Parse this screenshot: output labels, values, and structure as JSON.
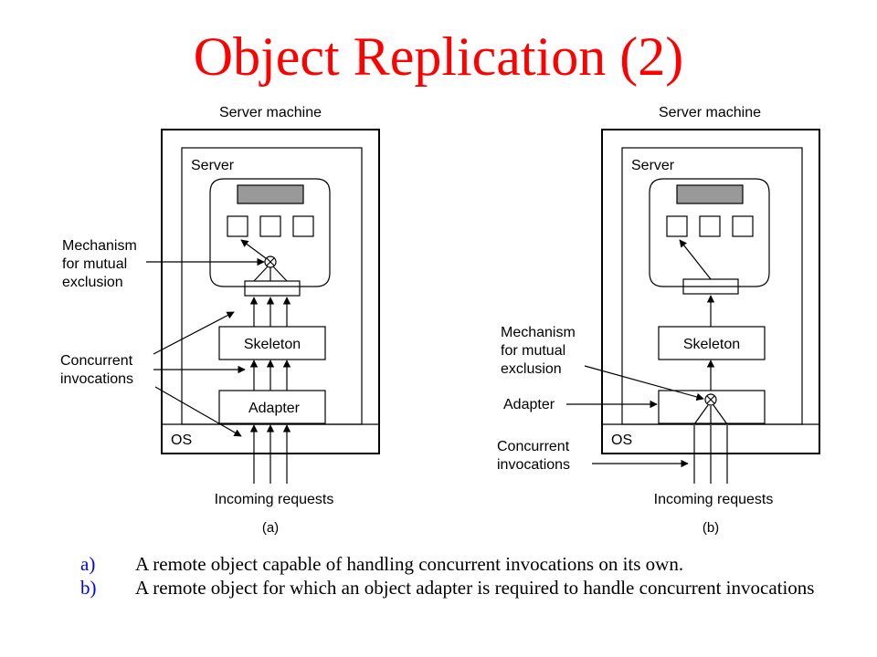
{
  "slide": {
    "title": "Object Replication (2)"
  },
  "diagram_a": {
    "server_machine_label": "Server machine",
    "server_label": "Server",
    "skeleton_label": "Skeleton",
    "adapter_label": "Adapter",
    "os_label": "OS",
    "incoming_label": "Incoming requests",
    "mechanism_label_lines": [
      "Mechanism",
      "for mutual",
      "exclusion"
    ],
    "concurrent_label_lines": [
      "Concurrent",
      "invocations"
    ],
    "figure_label": "(a)"
  },
  "diagram_b": {
    "server_machine_label": "Server machine",
    "server_label": "Server",
    "skeleton_label": "Skeleton",
    "os_label": "OS",
    "incoming_label": "Incoming requests",
    "mechanism_label_lines": [
      "Mechanism",
      "for mutual",
      "exclusion"
    ],
    "adapter_callout_label": "Adapter",
    "concurrent_label_lines": [
      "Concurrent",
      "invocations"
    ],
    "figure_label": "(b)"
  },
  "captions": [
    {
      "marker": "a)",
      "text": "A remote object capable of handling concurrent invocations on its own."
    },
    {
      "marker": "b)",
      "text": "A remote object for which an object adapter is required to handle concurrent invocations"
    }
  ],
  "colors": {
    "title": "#ff0000",
    "caption_marker": "#0000ff",
    "screen_fill": "#999999"
  }
}
